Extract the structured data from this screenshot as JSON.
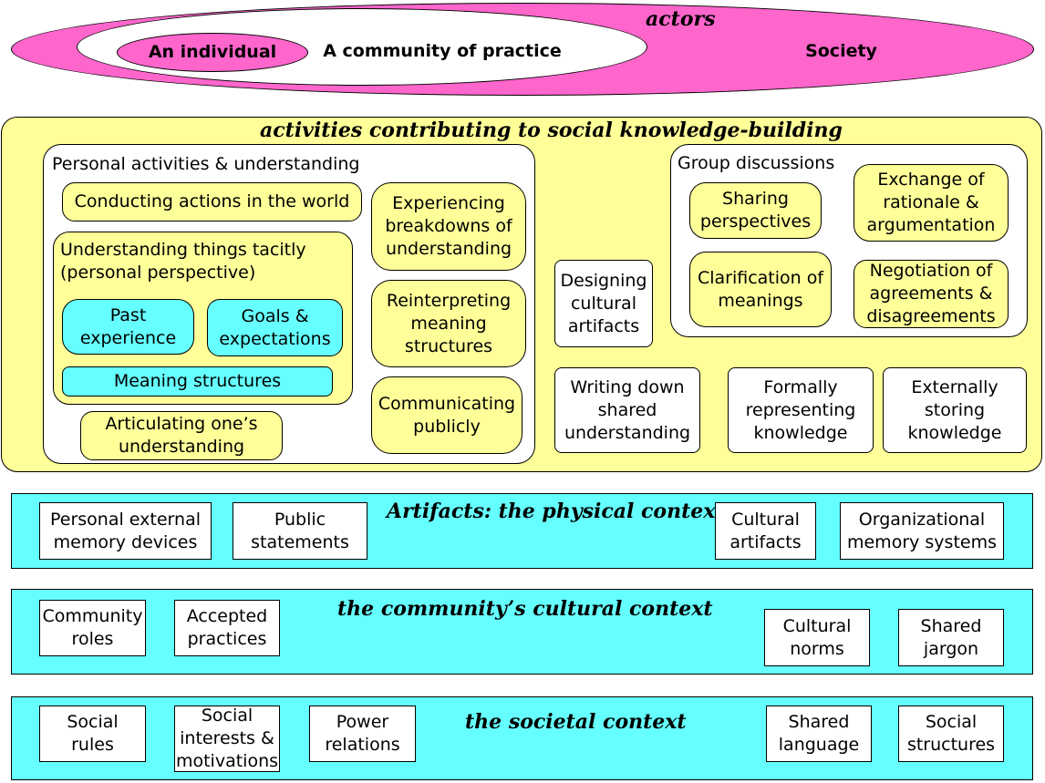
{
  "colors": {
    "actors_fill": "#ff66cc",
    "panel_yellow": "#ffff99",
    "panel_cyan": "#66ffff",
    "white": "#ffffff"
  },
  "actors": {
    "title": "actors",
    "individual": "An individual",
    "community": "A community of practice",
    "society": "Society"
  },
  "activities": {
    "title": "activities contributing to social knowledge-building",
    "personal": {
      "title": "Personal activities & understanding",
      "conducting": "Conducting actions in the world",
      "tacit_title": "Understanding things tacitly\n(personal perspective)",
      "past": "Past\nexperience",
      "goals": "Goals &\nexpectations",
      "meaning": "Meaning structures",
      "articulating": "Articulating one’s\nunderstanding",
      "breakdowns": "Experiencing\nbreakdowns of\nunderstanding",
      "reinterpreting": "Reinterpreting\nmeaning\nstructures",
      "communicating": "Communicating\npublicly"
    },
    "designing": "Designing\ncultural\nartifacts",
    "group": {
      "title": "Group discussions",
      "sharing": "Sharing\nperspectives",
      "exchange": "Exchange of\nrationale &\nargumentation",
      "clarification": "Clarification of\nmeanings",
      "negotiation": "Negotiation of\nagreements &\ndisagreements"
    },
    "writing": "Writing down\nshared\nunderstanding",
    "formally": "Formally\nrepresenting\nknowledge",
    "externally": "Externally\nstoring\nknowledge"
  },
  "artifacts": {
    "title": "Artifacts: the physical context",
    "personal_ext": "Personal external\nmemory devices",
    "public": "Public\nstatements",
    "cultural": "Cultural\nartifacts",
    "org": "Organizational\nmemory systems"
  },
  "community_ctx": {
    "title": "the community’s cultural context",
    "roles": "Community\nroles",
    "practices": "Accepted\npractices",
    "norms": "Cultural\nnorms",
    "jargon": "Shared\njargon"
  },
  "societal": {
    "title": "the societal context",
    "rules": "Social\nrules",
    "interests": "Social\ninterests &\nmotivations",
    "power": "Power\nrelations",
    "language": "Shared\nlanguage",
    "structures": "Social\nstructures"
  }
}
